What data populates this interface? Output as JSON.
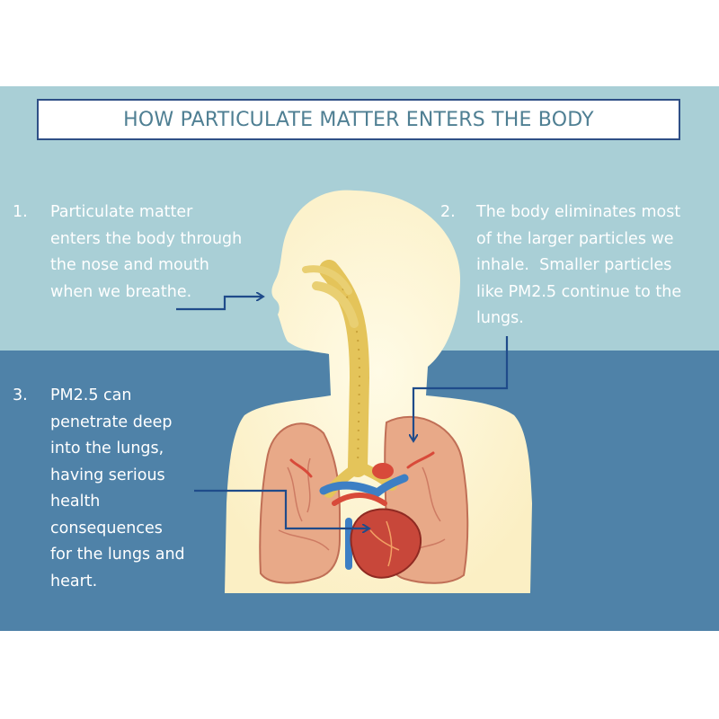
{
  "title": "HOW PARTICULATE MATTER ENTERS THE BODY",
  "steps": [
    {
      "number": "1.",
      "lines": [
        "Particulate matter",
        "enters the body through",
        "the nose and mouth",
        "when we breathe."
      ]
    },
    {
      "number": "2.",
      "lines": [
        "The body eliminates most",
        "of the larger particles we",
        "inhale.  Smaller particles",
        "like PM2.5 continue to the",
        "lungs."
      ]
    },
    {
      "number": "3.",
      "lines": [
        "PM2.5 can",
        "penetrate deep",
        "into the lungs,",
        "having serious",
        "health",
        "consequences",
        "for the lungs and",
        "heart."
      ]
    }
  ],
  "colors": {
    "band_top": "#a9cfd6",
    "band_bottom": "#4f82a8",
    "title_border": "#2f4f86",
    "title_text": "#4f7f93",
    "silhouette": "#fdf5d3",
    "lung": "#e8a988",
    "trachea": "#e4c45a",
    "arrow": "#1f4b8a"
  }
}
